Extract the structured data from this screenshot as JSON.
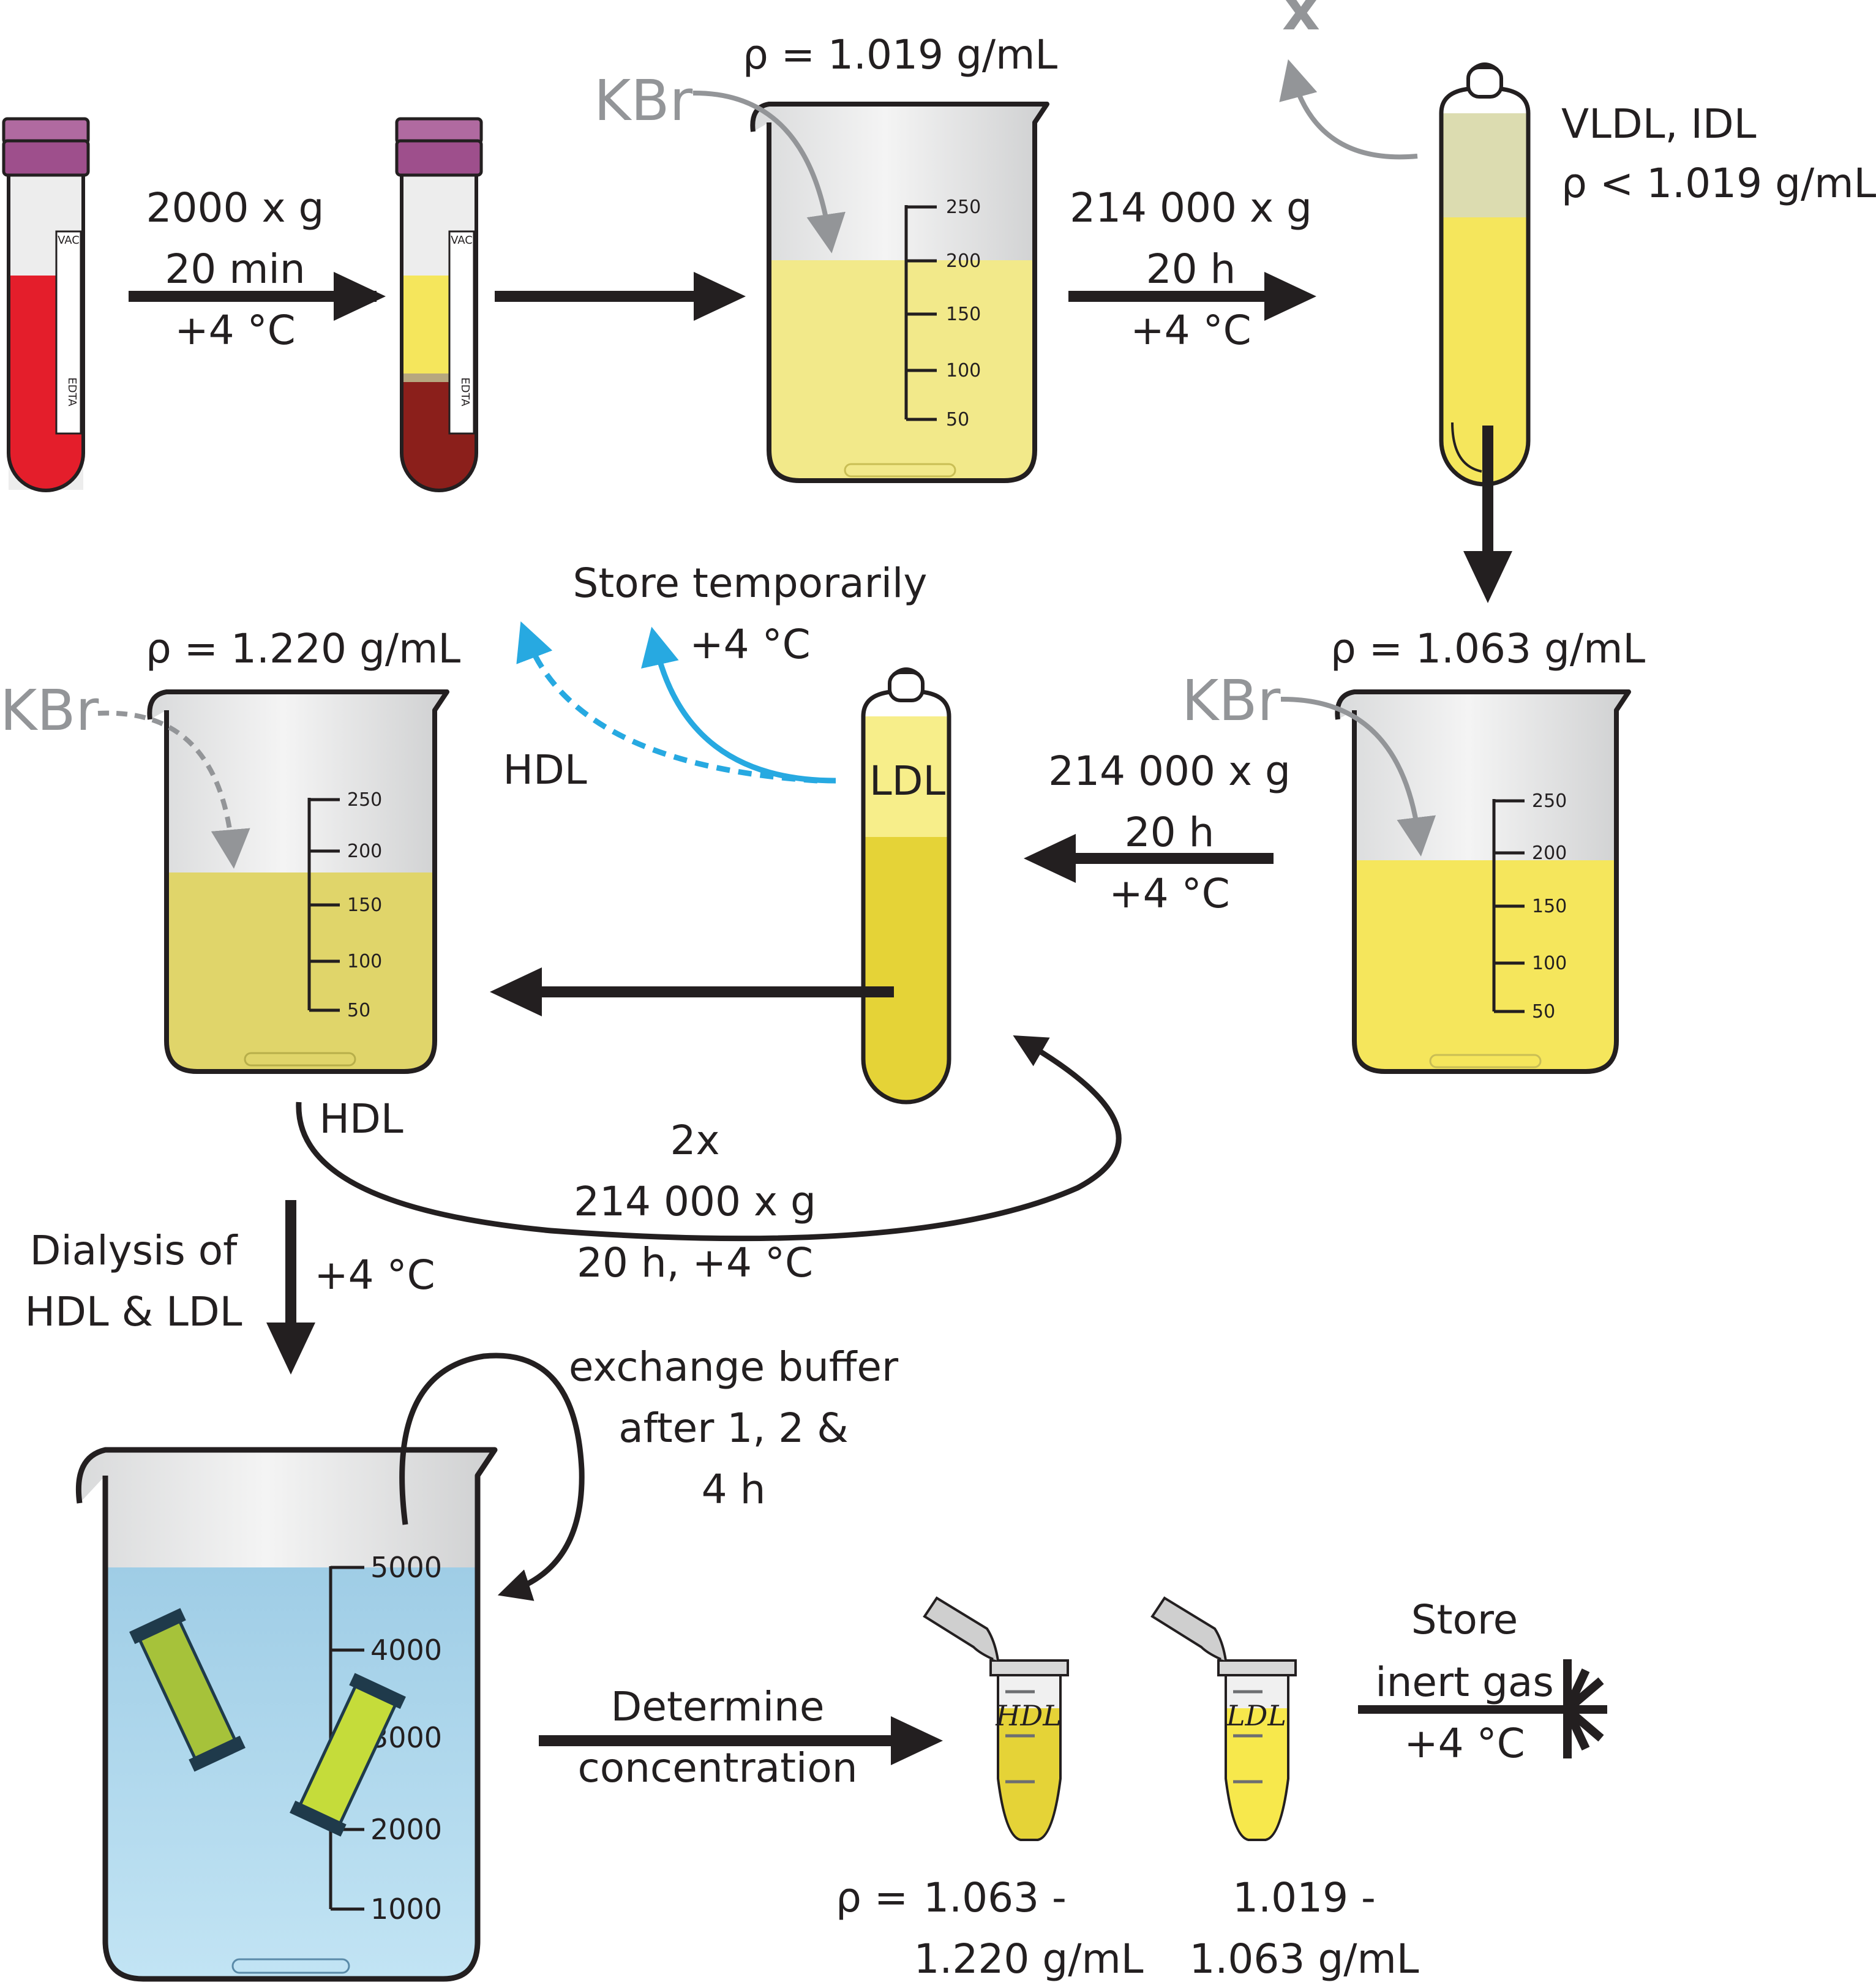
{
  "steps": {
    "centrifuge1": {
      "force": "2000  x g",
      "time": "20 min",
      "temp": "+4 °C"
    },
    "centrifuge2": {
      "force": "214 000  x g",
      "time": "20 h",
      "temp": "+4 °C"
    },
    "centrifuge3": {
      "force": "214 000  x g",
      "time": "20 h",
      "temp": "+4 °C"
    },
    "loop": {
      "count": "2x",
      "force": "214 000  x g",
      "time_temp": "20 h, +4 °C"
    },
    "store_temp": {
      "line1": "Store temporarily",
      "line2": "+4 °C"
    },
    "dialysis": {
      "line1": "Dialysis of",
      "line2": "HDL & LDL",
      "temp": "+4 °C"
    },
    "exchange": {
      "line1": "exchange buffer",
      "line2": "after 1, 2 &",
      "line3": "4 h"
    },
    "determine": {
      "line1": "Determine",
      "line2": "concentration"
    },
    "store_final": {
      "line1": "Store",
      "line2": "inert gas",
      "line3": "+4 °C"
    }
  },
  "densities": {
    "beaker1": "ρ = 1.019 g/mL",
    "beaker2": "ρ = 1.063 g/mL",
    "beaker3": "ρ = 1.220 g/mL",
    "vldl_line1": "VLDL, IDL",
    "vldl_line2": "ρ < 1.019 g/mL",
    "rho": "ρ =",
    "hdl_range_1": "1.063 -",
    "hdl_range_2": "1.220 g/mL",
    "ldl_range_1": "1.019 -",
    "ldl_range_2": "1.063 g/mL"
  },
  "labels": {
    "kbr": "KBr",
    "x_mark": "x",
    "hdl": "HDL",
    "ldl": "LDL",
    "tube_vac": "VAC",
    "tube_edta": "EDTA",
    "hand_hdl": "HDL",
    "hand_ldl": "LDL"
  },
  "beaker_scale_small": [
    "250",
    "200",
    "150",
    "100",
    "50"
  ],
  "beaker_scale_large": [
    "5000",
    "4000",
    "3000",
    "2000",
    "1000"
  ],
  "colors": {
    "blood": "#e41e2b",
    "clot": "#8b1f1b",
    "plasma_light": "#f2e98a",
    "plasma": "#f5e65c",
    "hdl_fraction": "#e5d337",
    "hdl_beaker": "#e0d56a",
    "buffer": "#a8d4ea",
    "cap": "#9e4f8c",
    "arrow_dark": "#231f20",
    "arrow_gray": "#939598",
    "arrow_blue": "#27a9e1"
  }
}
